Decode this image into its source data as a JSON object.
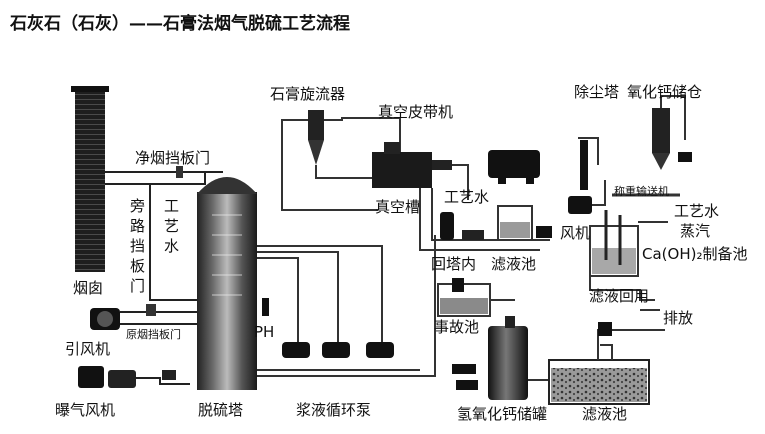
{
  "title": "石灰石（石灰）——石膏法烟气脱硫工艺流程",
  "labels": {
    "gypsum_cyclone": "石膏旋流器",
    "vacuum_belt": "真空皮带机",
    "dust_tower": "除尘塔",
    "cao_silo": "氧化钙储仓",
    "clean_damper": "净烟挡板门",
    "vacuum_tank": "真空槽",
    "process_water_1": "工艺水",
    "weigh_conveyor": "称重输送机",
    "process_water_2": "工艺水",
    "steam": "蒸汽",
    "fan": "风机",
    "caoh_pool": "Ca(OH)₂制备池",
    "bypass_damper": "旁路挡板门",
    "process_water_3": "工艺水",
    "back_tower": "回塔内",
    "filtrate_pool_1": "滤液池",
    "chimney": "烟囱",
    "filtrate_return": "滤液回用",
    "discharge": "排放",
    "raw_damper": "原烟挡板门",
    "ph": "PH",
    "accident_pool": "事故池",
    "id_fan": "引风机",
    "aeration_fan": "曝气风机",
    "desulfurization_tower": "脱硫塔",
    "slurry_pump": "浆液循环泵",
    "caoh_tank": "氢氧化钙储罐",
    "filtrate_pool_2": "滤液池"
  }
}
